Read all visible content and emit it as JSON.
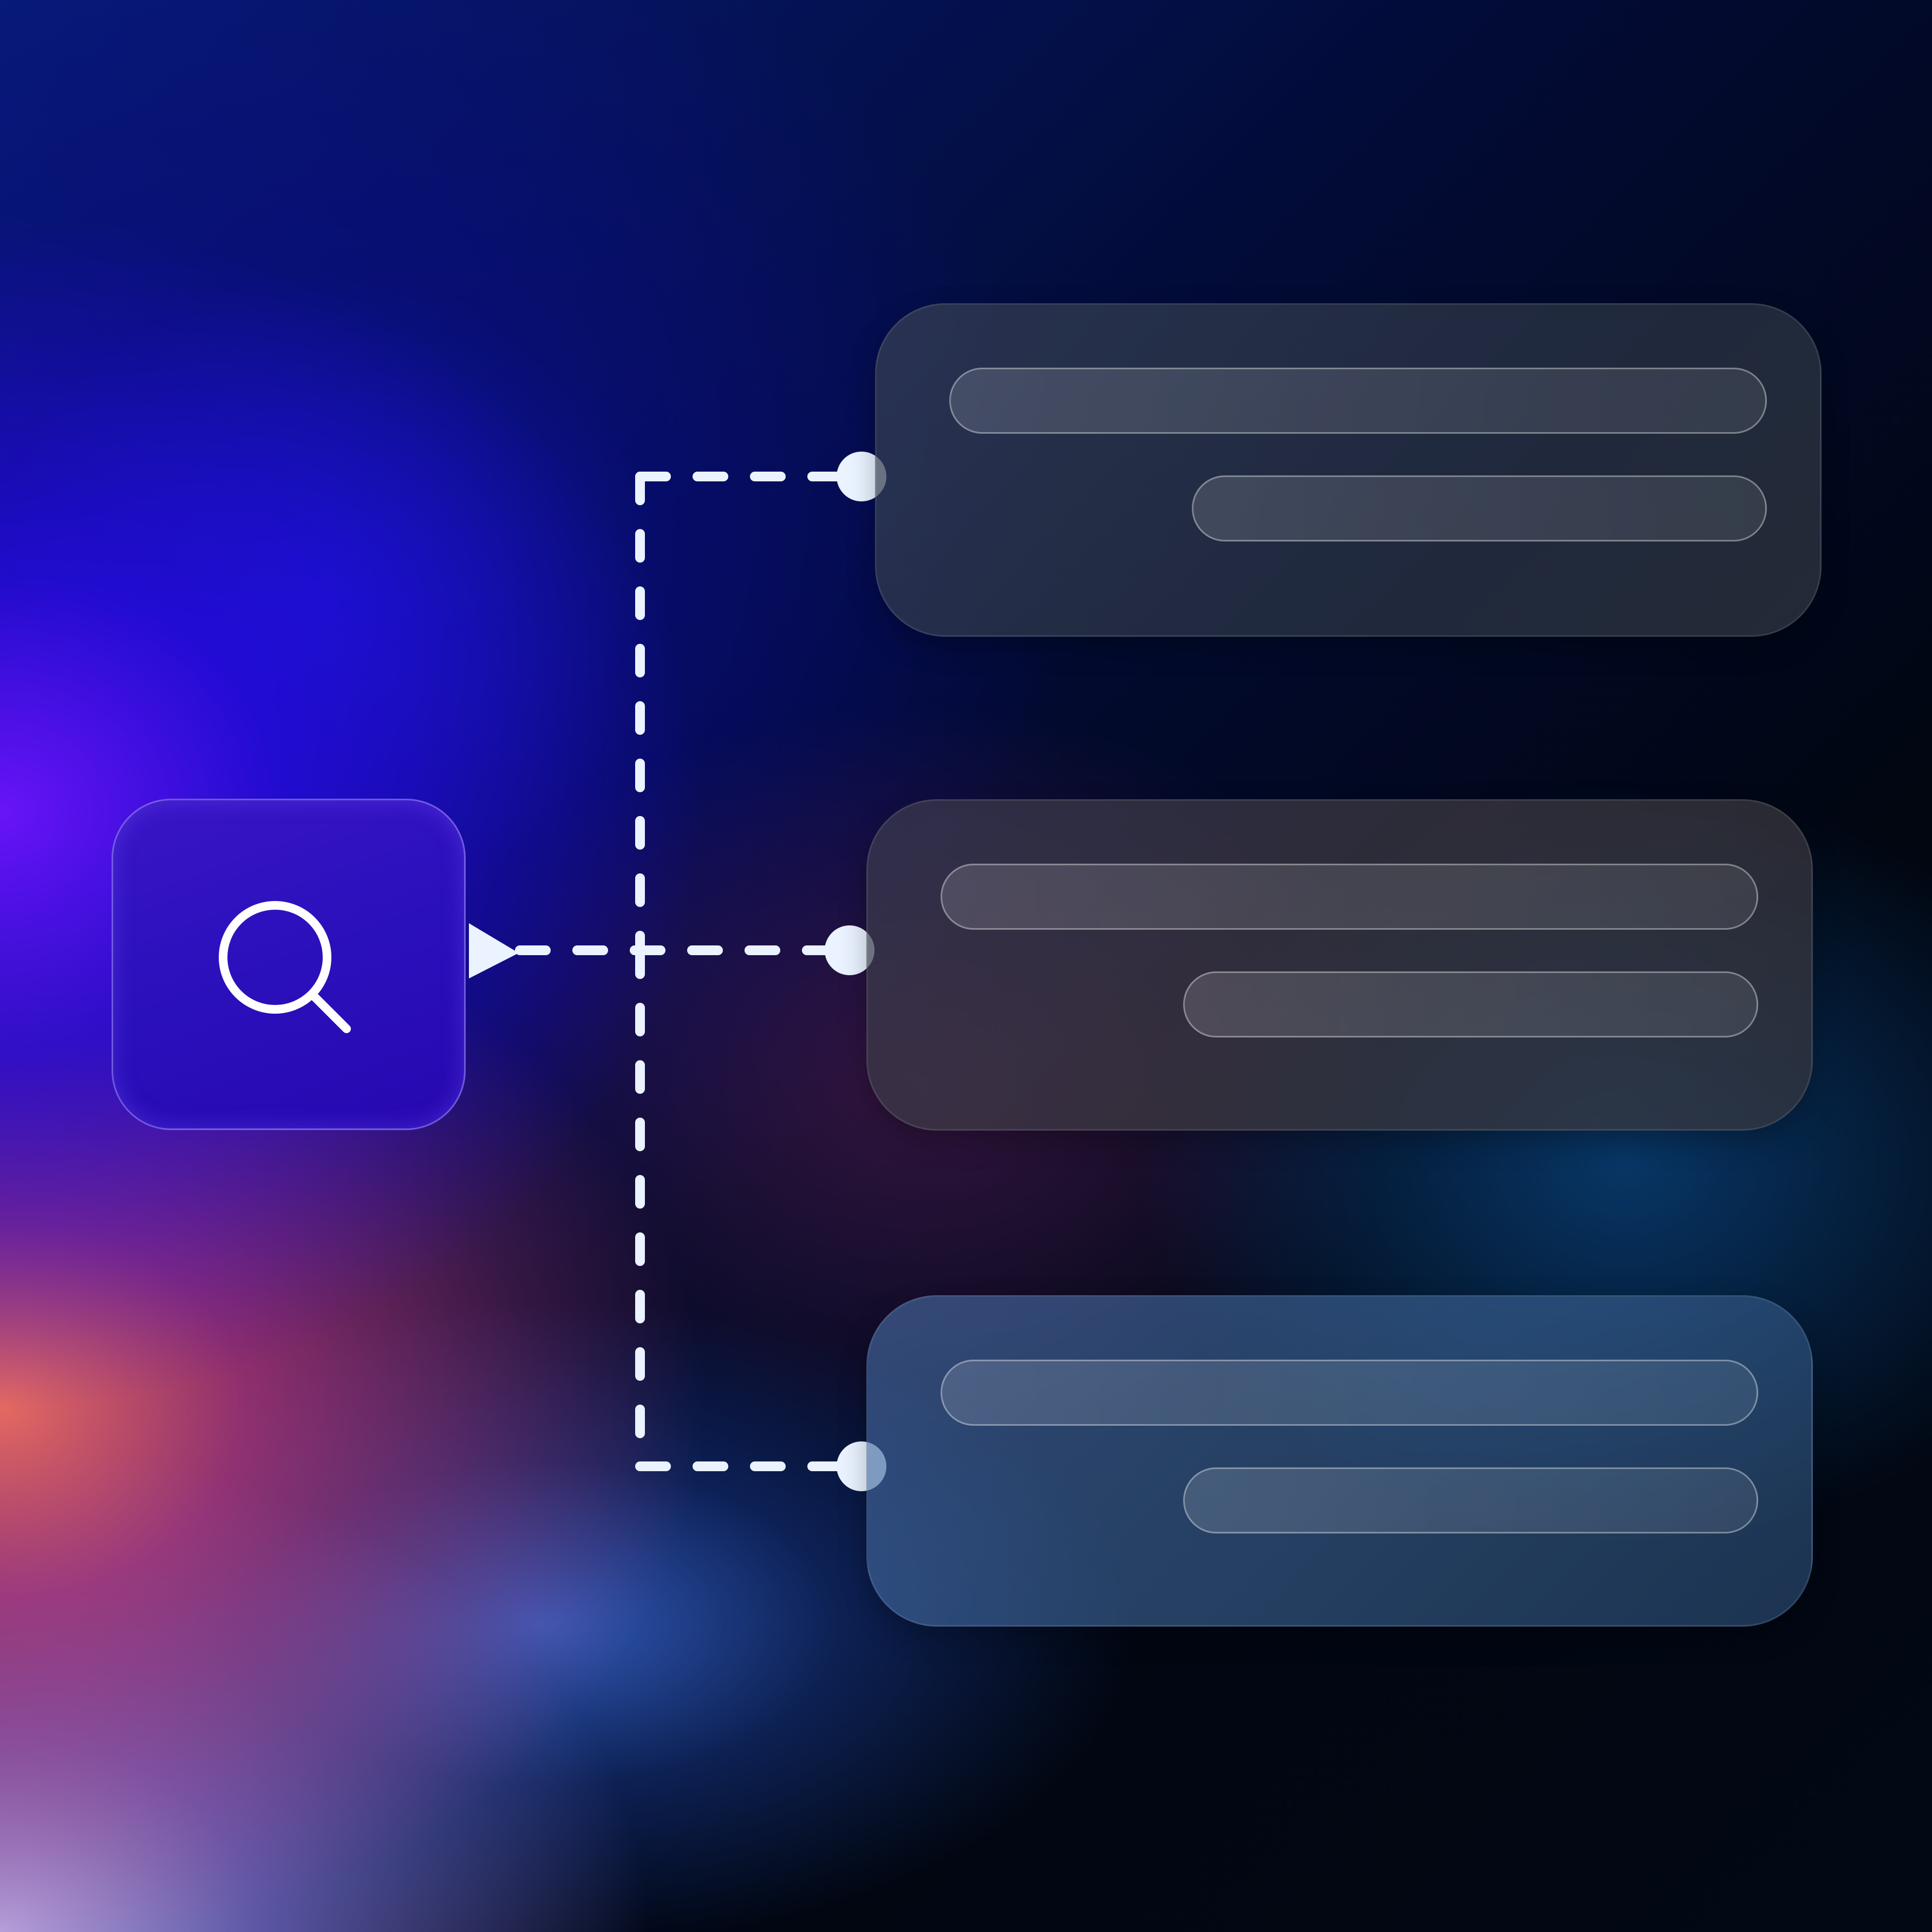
{
  "diagram": {
    "source": {
      "icon": "search-icon"
    },
    "results": [
      {
        "id": "result-1",
        "lines": [
          "",
          ""
        ]
      },
      {
        "id": "result-2",
        "lines": [
          "",
          ""
        ]
      },
      {
        "id": "result-3",
        "lines": [
          "",
          ""
        ]
      }
    ],
    "connector": {
      "style": "dashed",
      "arrow_target": "source",
      "endpoint_marker": "dot"
    }
  },
  "colors": {
    "source_fill": "#2a10bb",
    "connector": "#eaf3ff",
    "background_dark": "#01040f",
    "accent_violet": "#6e14ff",
    "accent_coral": "#f06e64"
  }
}
